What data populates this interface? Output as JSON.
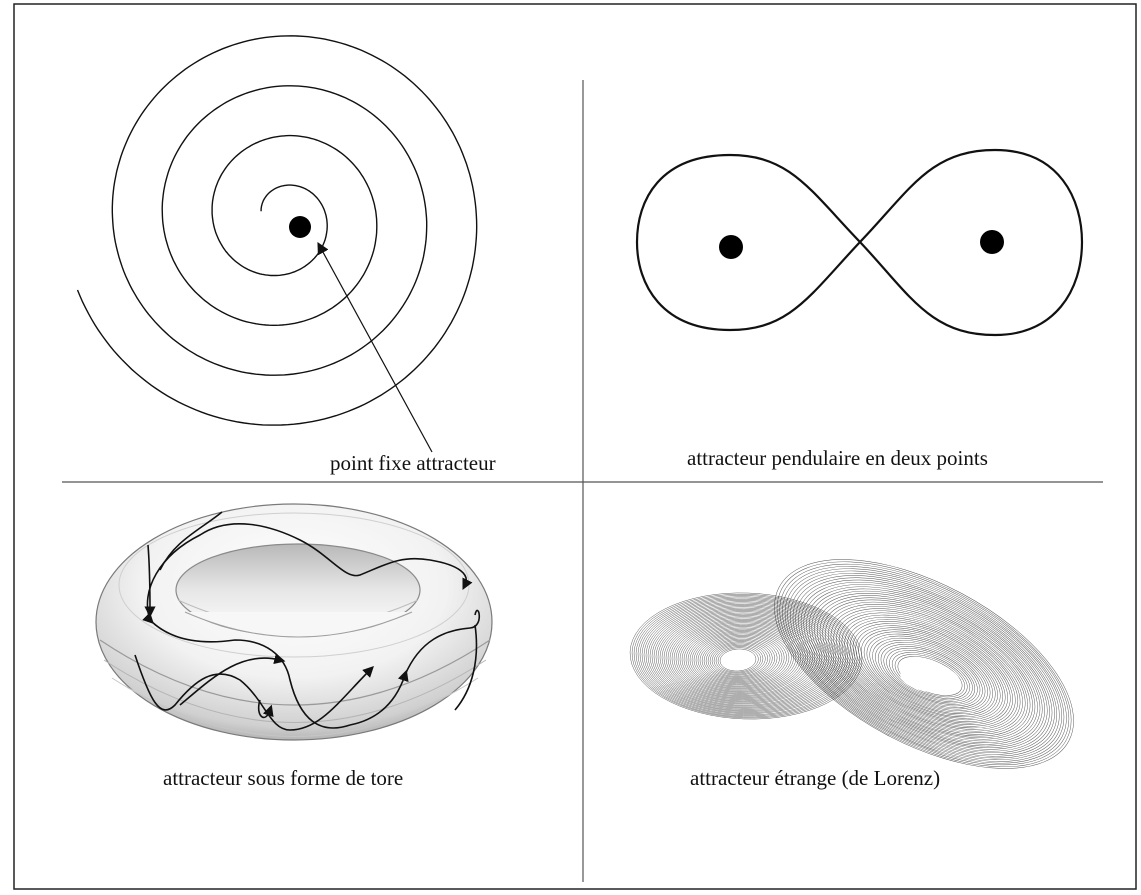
{
  "captions": {
    "fixed_point": "point fixe attracteur",
    "pendulum": "attracteur pendulaire en deux points",
    "torus": "attracteur sous forme de tore",
    "lorenz": "attracteur étrange (de Lorenz)"
  },
  "colors": {
    "ink": "#111111",
    "frame": "#222222",
    "divider": "#555555",
    "torus_light": "#ffffff",
    "torus_shadow": "#a8a8a8"
  }
}
